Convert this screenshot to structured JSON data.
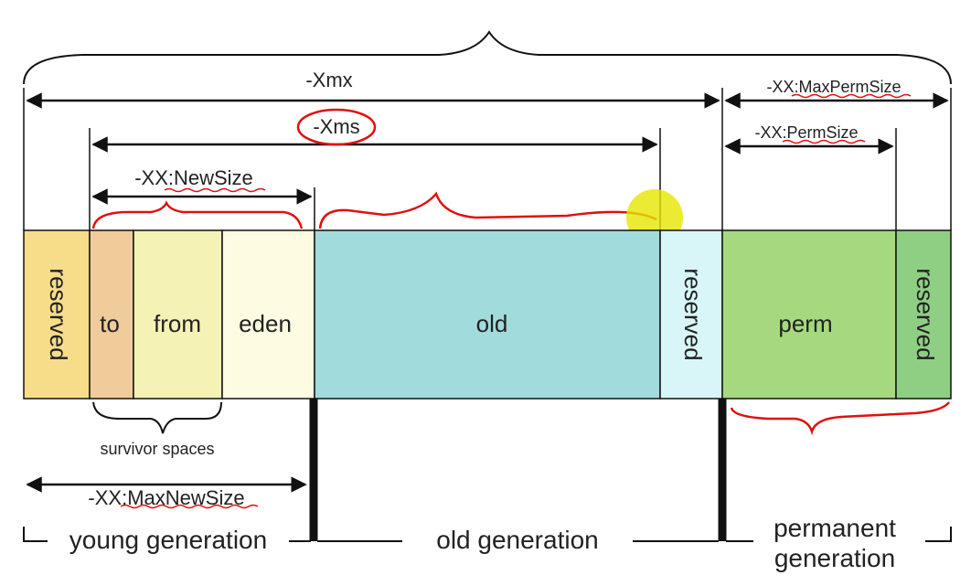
{
  "colors": {
    "reserved_young": "#f7dd8a",
    "to": "#f0cc9a",
    "from": "#f5f2b6",
    "eden": "#fdfbe2",
    "old": "#a2dbdc",
    "reserved_old": "#d8f6f8",
    "perm": "#a6d97f",
    "reserved_perm": "#8fcf84",
    "annotation": "#e01010",
    "highlight": "#e6e600"
  },
  "segments": {
    "reserved_young": "reserved",
    "to": "to",
    "from": "from",
    "eden": "eden",
    "old": "old",
    "reserved_old": "reserved",
    "perm": "perm",
    "reserved_perm": "reserved"
  },
  "dimensions": {
    "xmx": "-Xmx",
    "xms": "-Xms",
    "newsize": "-XX:NewSize",
    "maxpermsize": "-XX:MaxPermSize",
    "permsize": "-XX:PermSize",
    "maxnewsize": "-XX:MaxNewSize"
  },
  "groups": {
    "survivor": "survivor spaces"
  },
  "generations": {
    "young": "young generation",
    "old": "old generation",
    "permanent_line1": "permanent",
    "permanent_line2": "generation"
  }
}
